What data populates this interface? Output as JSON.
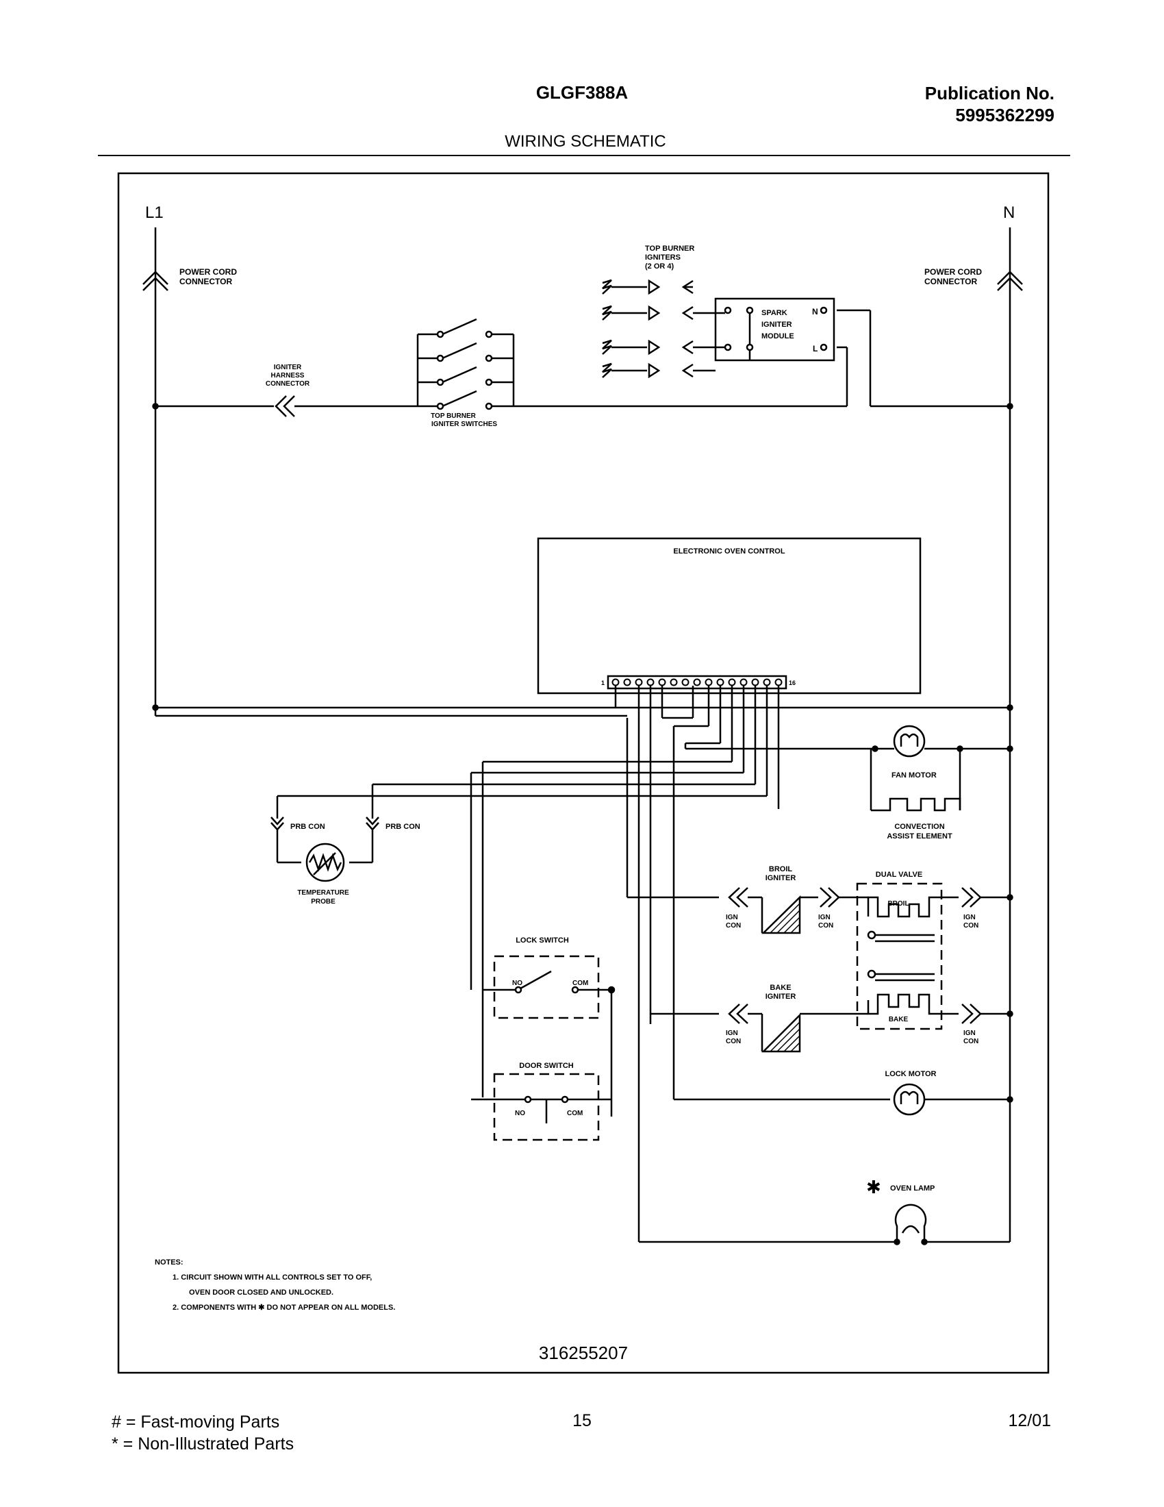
{
  "header": {
    "model": "GLGF388A",
    "publication_label": "Publication No.",
    "publication_number": "5995362299",
    "section_title": "WIRING SCHEMATIC"
  },
  "labels": {
    "l1": "L1",
    "n": "N",
    "power_cord_left": [
      "POWER CORD",
      "CONNECTOR"
    ],
    "power_cord_right": [
      "POWER CORD",
      "CONNECTOR"
    ],
    "igniter_harness": [
      "IGNITER",
      "HARNESS",
      "CONNECTOR"
    ],
    "top_burner_switches": [
      "TOP BURNER",
      "IGNITER SWITCHES"
    ],
    "top_burner_igniters": [
      "TOP BURNER",
      "IGNITERS",
      "(2 OR 4)"
    ],
    "spark_module": [
      "SPARK",
      "IGNITER",
      "MODULE"
    ],
    "module_n": "N",
    "module_l": "L",
    "oven_control": "ELECTRONIC OVEN CONTROL",
    "terminal_first": "1",
    "terminal_last": "16",
    "fan_motor": "FAN MOTOR",
    "convection": [
      "CONVECTION",
      "ASSIST ELEMENT"
    ],
    "prb_con_left": "PRB CON",
    "prb_con_right": "PRB CON",
    "temp_probe": [
      "TEMPERATURE",
      "PROBE"
    ],
    "broil_igniter": [
      "BROIL",
      "IGNITER"
    ],
    "bake_igniter": [
      "BAKE",
      "IGNITER"
    ],
    "dual_valve": "DUAL VALVE",
    "broil": "BROIL",
    "bake": "BAKE",
    "ign_con": [
      "IGN",
      "CON"
    ],
    "lock_switch": "LOCK SWITCH",
    "door_switch": "DOOR SWITCH",
    "no": "NO",
    "com": "COM",
    "lock_motor": "LOCK MOTOR",
    "oven_lamp": "OVEN LAMP",
    "asterisk": "✱"
  },
  "notes": {
    "title": "NOTES:",
    "lines": [
      "1.   CIRCUIT SHOWN WITH ALL CONTROLS SET TO OFF,",
      "OVEN DOOR CLOSED AND UNLOCKED.",
      "2.   COMPONENTS WITH  ✱  DO NOT APPEAR ON ALL MODELS."
    ]
  },
  "diagram_number": "316255207",
  "footer": {
    "legend_fast": "#  =  Fast-moving Parts",
    "legend_non": "*    =  Non-Illustrated Parts",
    "page": "15",
    "date": "12/01"
  }
}
